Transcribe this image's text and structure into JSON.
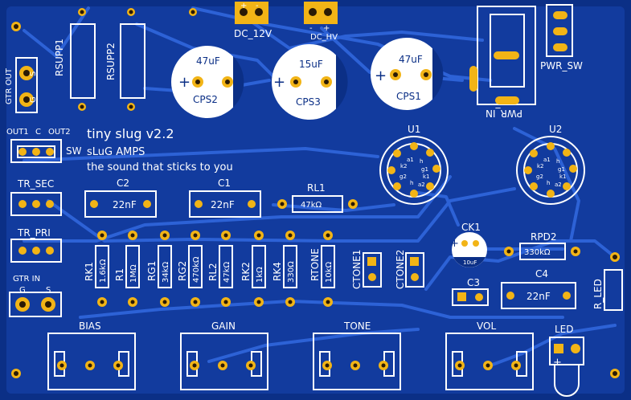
{
  "board": {
    "title": "tiny slug v2.2",
    "brand": "sLuG AMPS",
    "tagline": "the sound that sticks to you",
    "colors": {
      "board": "#0b2f86",
      "copper": "#1a47b8",
      "trace": "#2d62d6",
      "silk": "#ffffff",
      "pad": "#f2b416",
      "hole": "#2a1a05"
    }
  },
  "connectors": {
    "dc12": "DC_12V",
    "dchv": "DC_HV",
    "plus": "+",
    "minus": "-",
    "gtr_out": "GTR OUT",
    "gtr_in": "GTR IN",
    "s": "S",
    "g": "G",
    "pwr_sw": "PWR_SW",
    "pwr_in": "PWR_IN",
    "sw": "SW",
    "out1": "OUT1",
    "c": "C",
    "out2": "OUT2",
    "tr_sec": "TR_SEC",
    "tr_pri": "TR_PRI"
  },
  "parts": {
    "rsupp1": "RSUPP1",
    "rsupp2": "RSUPP2",
    "cps2": "CPS2",
    "cps2_val": "47uF",
    "cps3": "CPS3",
    "cps3_val": "15uF",
    "cps1": "CPS1",
    "cps1_val": "47uF",
    "u1": "U1",
    "u2": "U2",
    "c2": "C2",
    "c2_val": "22nF",
    "c1": "C1",
    "c1_val": "22nF",
    "rl1": "RL1",
    "rl1_val": "47kΩ",
    "ck1": "CK1",
    "ck1_val": "10uF",
    "rpd2": "RPD2",
    "rpd2_val": "330kΩ",
    "c3": "C3",
    "c4": "C4",
    "c4_val": "22nF",
    "r_led": "R_LED",
    "led": "LED",
    "ctone1": "CTONE1",
    "ctone2": "CTONE2"
  },
  "tube_pins": [
    "a1",
    "h",
    "k2",
    "g1",
    "g2",
    "h",
    "k1",
    "a2"
  ],
  "resistor_row": [
    {
      "ref": "RK1",
      "val": "1.6kΩ"
    },
    {
      "ref": "R1",
      "val": "1MΩ"
    },
    {
      "ref": "RG1",
      "val": "34kΩ"
    },
    {
      "ref": "RG2",
      "val": "470kΩ"
    },
    {
      "ref": "RL2",
      "val": "47kΩ"
    },
    {
      "ref": "RK2",
      "val": "1kΩ"
    },
    {
      "ref": "RK4",
      "val": "330Ω"
    },
    {
      "ref": "RTONE",
      "val": "10kΩ"
    }
  ],
  "pots": [
    "BIAS",
    "GAIN",
    "TONE",
    "VOL"
  ]
}
